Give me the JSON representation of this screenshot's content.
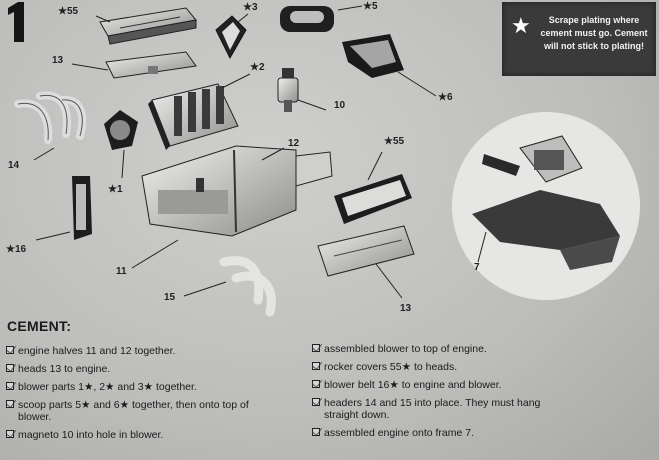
{
  "step_number": "1",
  "note": {
    "text": "Scrape plating where cement must go. Cement will not stick to plating!"
  },
  "callouts": {
    "c55a": "★55",
    "c3": "★3",
    "c5": "★5",
    "c13a": "13",
    "c2": "★2",
    "c6": "★6",
    "c10": "10",
    "c14": "14",
    "c12": "12",
    "c1": "★1",
    "c55b": "★55",
    "c16": "★16",
    "c11": "11",
    "c15": "15",
    "c13b": "13",
    "c7": "7"
  },
  "cement": {
    "title": "CEMENT:",
    "left_items": [
      "engine halves 11 and 12 together.",
      "heads 13 to engine.",
      "blower parts 1★, 2★ and 3★ together.",
      "scoop parts 5★ and 6★ together, then onto top of blower.",
      "magneto 10 into hole in blower."
    ],
    "right_items": [
      "assembled blower to top of engine.",
      "rocker covers 55★ to heads.",
      "blower belt 16★ to engine and blower.",
      "headers 14 and 15 into place. They must hang straight down.",
      "assembled engine onto frame 7."
    ]
  }
}
